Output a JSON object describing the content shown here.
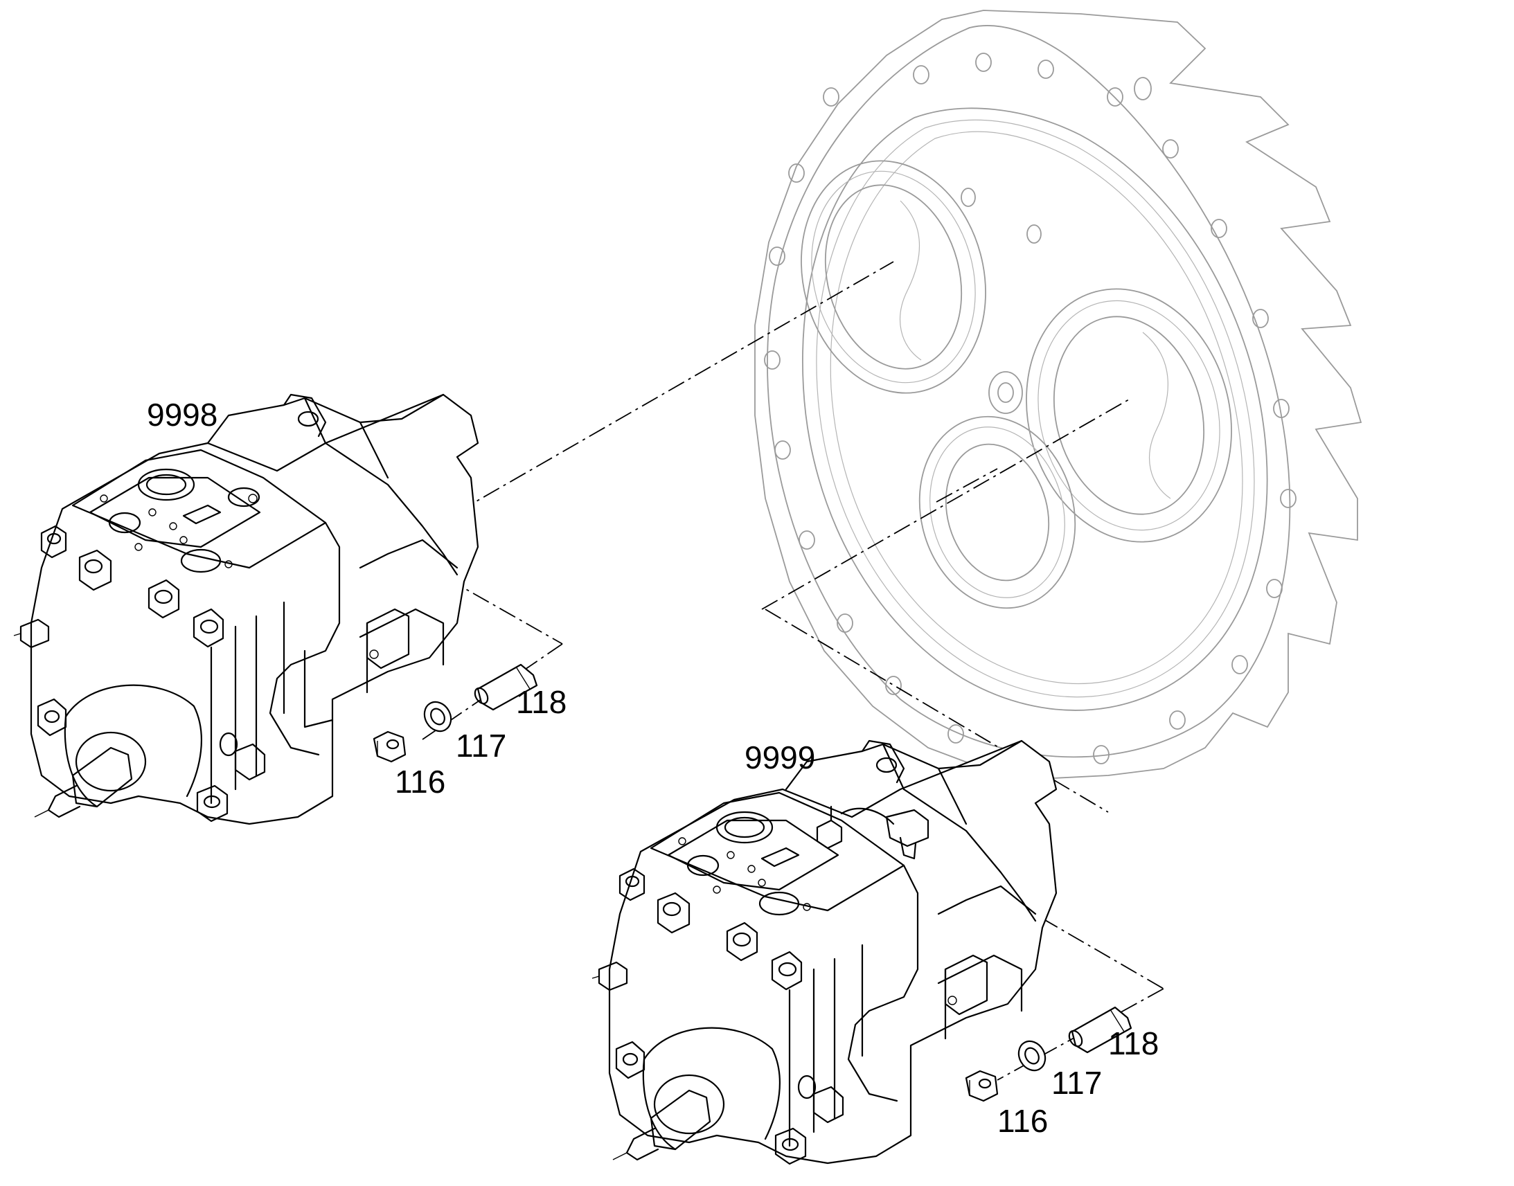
{
  "labels": {
    "motor_a": "9998",
    "motor_b": "9999",
    "nut_a": "116",
    "washer_a": "117",
    "pin_a": "118",
    "nut_b": "116",
    "washer_b": "117",
    "pin_b": "118"
  }
}
